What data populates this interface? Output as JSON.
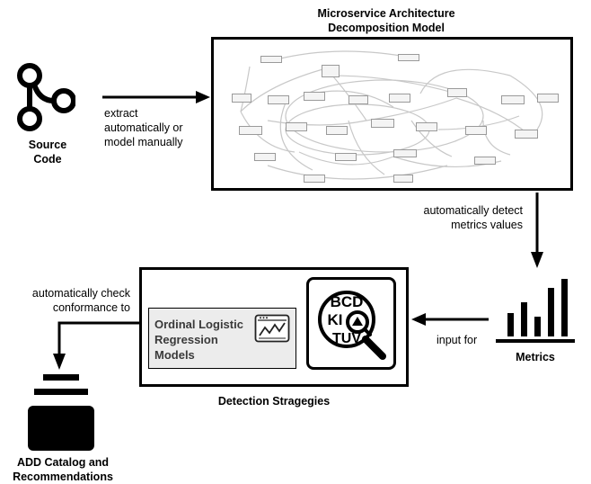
{
  "title": {
    "line1": "Microservice Architecture",
    "line2": "Decomposition Model"
  },
  "source": {
    "line1": "Source",
    "line2": "Code",
    "icon": "git-branch-icon"
  },
  "edge_extract": {
    "line1": "extract",
    "line2": "automatically or",
    "line3": "model manually"
  },
  "edge_detect": {
    "line1": "automatically detect",
    "line2": "metrics values"
  },
  "metrics": {
    "label": "Metrics",
    "icon": "bar-chart-icon"
  },
  "edge_input": {
    "label": "input for"
  },
  "detection": {
    "label": "Detection Stragegies",
    "olr_line1": "Ordinal Logistic",
    "olr_line2": "Regression",
    "olr_line3": "Models",
    "chart_icon": "line-chart-icon",
    "search_icon": "magnifier-letters-icon",
    "letters_row1": "BCD",
    "letters_row2": "KI",
    "letters_row3": "TUV"
  },
  "edge_check": {
    "line1": "automatically check",
    "line2": "conformance to"
  },
  "catalog": {
    "line1": "ADD Catalog and",
    "line2": "Recommendations",
    "icon": "stacked-layers-icon"
  }
}
